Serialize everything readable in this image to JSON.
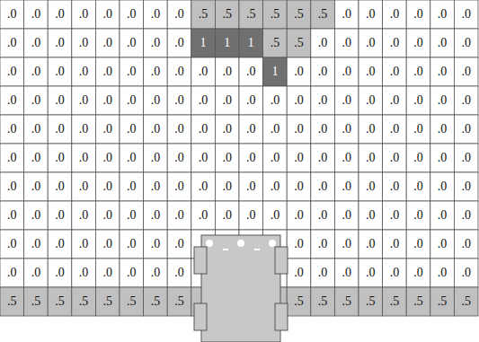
{
  "diagram": {
    "labels": [
      ".0",
      ".0",
      ".0",
      ".0",
      ".0",
      ".0",
      ".0",
      ".0",
      ".5",
      ".5",
      ".5",
      ".5",
      ".5",
      ".5",
      ".0",
      ".0",
      ".0",
      ".0",
      ".0",
      ".0",
      ".0",
      ".0",
      ".0",
      ".0",
      ".0",
      ".0",
      ".0",
      ".0",
      "1",
      "1",
      "1",
      ".5",
      ".5",
      ".0",
      ".0",
      ".0",
      ".0",
      ".0",
      ".0",
      ".0",
      ".0",
      ".0",
      ".0",
      ".0",
      ".0",
      ".0",
      ".0",
      ".0",
      ".0",
      ".0",
      ".0",
      "1",
      ".0",
      ".0",
      ".0",
      ".0",
      ".0",
      ".0",
      ".0",
      ".0",
      ".0",
      ".0",
      ".0",
      ".0",
      ".0",
      ".0",
      ".0",
      ".0",
      ".0",
      ".0",
      ".0",
      ".0",
      ".0",
      ".0",
      ".0",
      ".0",
      ".0",
      ".0",
      ".0",
      ".0",
      ".0",
      ".0",
      ".0",
      ".0",
      ".0",
      ".0",
      ".0",
      ".0",
      ".0",
      ".0",
      ".0",
      ".0",
      ".0",
      ".0",
      ".0",
      ".0",
      ".0",
      ".0",
      ".0",
      ".0",
      ".0",
      ".0",
      ".0",
      ".0",
      ".0",
      ".0",
      ".0",
      ".0",
      ".0",
      ".0",
      ".0",
      ".0",
      ".0",
      ".0",
      ".0",
      ".0",
      ".0",
      ".0",
      ".0",
      ".0",
      ".0",
      ".0",
      ".0",
      ".0",
      ".0",
      ".0",
      ".0",
      ".0",
      ".0",
      ".0",
      ".0",
      ".0",
      ".0",
      ".0",
      ".0",
      ".0",
      ".0",
      ".0",
      ".0",
      ".0",
      ".0",
      ".0",
      ".0",
      ".0",
      ".0",
      ".0",
      ".0",
      ".0",
      ".0",
      ".0",
      ".0",
      ".0",
      ".0",
      ".0",
      ".0",
      ".0",
      ".0",
      ".0",
      ".0",
      ".0",
      ".0",
      ".0",
      ".0",
      ".0",
      ".0",
      ".0",
      ".0",
      ".0",
      ".0",
      ".0",
      ".0",
      ".0",
      ".0",
      ".0",
      ".0",
      ".0",
      ".0",
      ".0",
      ".0",
      ".0",
      ".0",
      ".0",
      ".0",
      ".0",
      ".0",
      ".0",
      ".0",
      ".0",
      ".0",
      ".0",
      ".0",
      ".0",
      ".5",
      ".5",
      ".5",
      ".5",
      ".5",
      ".5",
      ".5",
      ".5",
      ".5",
      ".5",
      ".5",
      ".5",
      ".5",
      ".5",
      ".5",
      ".5"
    ]
  }
}
